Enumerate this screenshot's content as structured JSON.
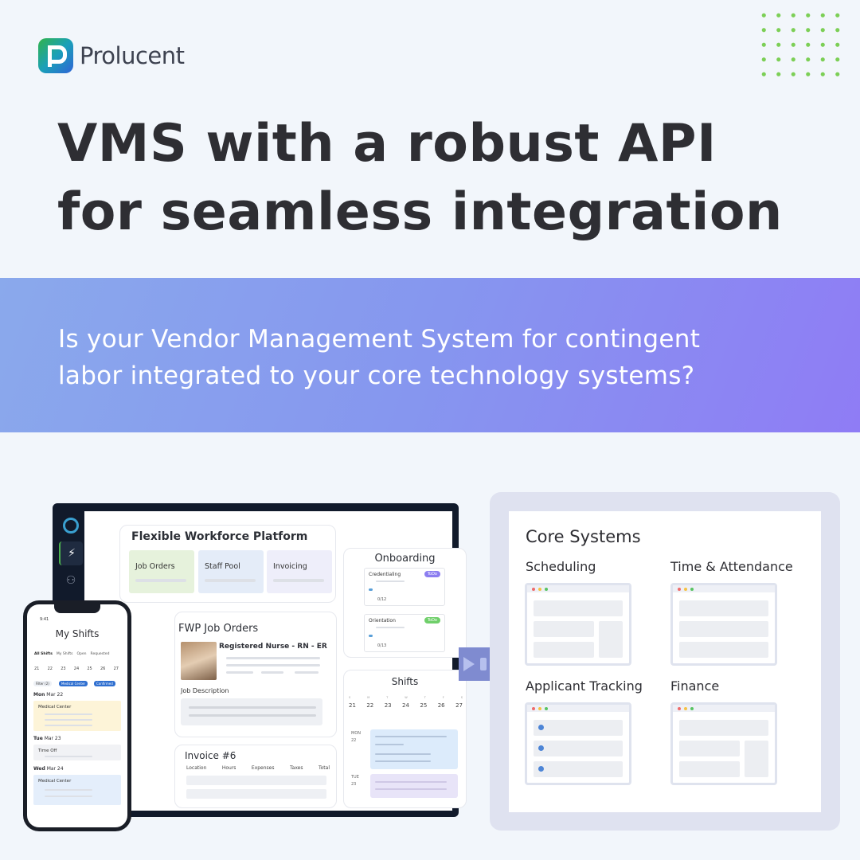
{
  "brand": {
    "name": "Prolucent"
  },
  "headline": {
    "line1": "VMS with a robust API",
    "line2": "for seamless integration"
  },
  "band": {
    "line1": "Is your Vendor Management System for contingent",
    "line2": "labor integrated to your core technology systems?"
  },
  "dashboard": {
    "platform_title": "Flexible Workforce Platform",
    "tiles": [
      "Job Orders",
      "Staff Pool",
      "Invoicing"
    ],
    "onboarding": {
      "title": "Onboarding",
      "items": [
        {
          "name": "Credentialing",
          "badge": "ToDo",
          "count": "0/12"
        },
        {
          "name": "Orientation",
          "badge": "ToDo",
          "count": "0/13"
        }
      ]
    },
    "job_orders": {
      "title": "FWP Job Orders",
      "role": "Registered Nurse - RN - ER",
      "description_label": "Job Description"
    },
    "shifts": {
      "title": "Shifts",
      "days": [
        "S",
        "M",
        "T",
        "W",
        "T",
        "F",
        "S"
      ],
      "dates": [
        "21",
        "22",
        "23",
        "24",
        "25",
        "26",
        "27"
      ],
      "mon_label": "MON",
      "mon_date": "22",
      "tue_label": "TUE",
      "tue_date": "23"
    },
    "invoice": {
      "title": "Invoice #6",
      "columns": [
        "Location",
        "Hours",
        "Expenses",
        "Taxes",
        "Total"
      ]
    }
  },
  "phone": {
    "time": "9:41",
    "title": "My Shifts",
    "tabs": [
      "All Shifts",
      "My Shifts",
      "Open",
      "Requested"
    ],
    "dates": [
      "21",
      "22",
      "23",
      "24",
      "25",
      "26",
      "27"
    ],
    "filter_chip": "Filter (2)",
    "chips": [
      "Medical Center",
      "Confirmed"
    ],
    "day1": {
      "dow": "Mon",
      "date": "Mar 22"
    },
    "card1": "Medical Center",
    "day2": {
      "dow": "Tue",
      "date": "Mar 23"
    },
    "card2": "Time Off",
    "day3": {
      "dow": "Wed",
      "date": "Mar 24"
    },
    "card3": "Medical Center"
  },
  "core": {
    "title": "Core Systems",
    "sections": [
      "Scheduling",
      "Time & Attendance",
      "Applicant Tracking",
      "Finance"
    ]
  },
  "colors": {
    "accent_green": "#7ccf56",
    "band_start": "#8aa9ec",
    "band_end": "#8f7cf5",
    "todo_badge": "#8b7df0",
    "todo_badge_alt": "#6fcf6a"
  }
}
